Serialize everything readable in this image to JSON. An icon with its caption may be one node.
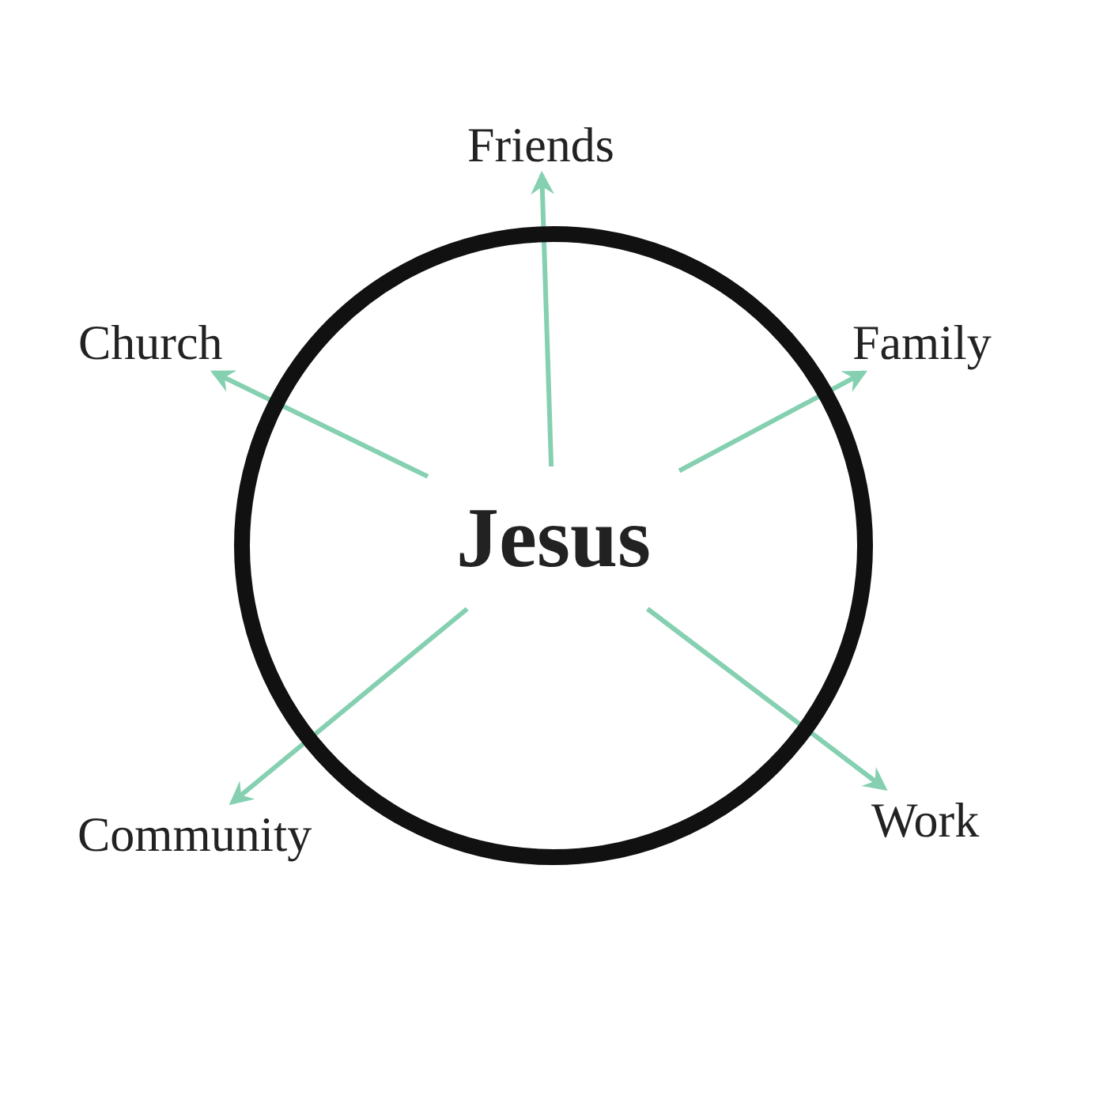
{
  "diagram": {
    "nodes": [
      {
        "text": [],
        "shape": "circle"
      },
      {
        "text": [
          "Jesus"
        ],
        "in": 0
      },
      {
        "text": [
          "Friends"
        ]
      },
      {
        "text": [
          "Church"
        ]
      },
      {
        "text": [
          "Family"
        ]
      },
      {
        "text": [
          "Community"
        ]
      },
      {
        "text": [
          "Work"
        ]
      }
    ],
    "edges": [
      {
        "from": 1,
        "to": 2,
        "arrow": "to"
      },
      {
        "from": 1,
        "to": 4,
        "arrow": "to"
      },
      {
        "from": 1,
        "to": 6,
        "arrow": "to"
      },
      {
        "from": 1,
        "to": 5,
        "arrow": "to"
      },
      {
        "from": 1,
        "to": 3,
        "arrow": "to"
      }
    ]
  }
}
